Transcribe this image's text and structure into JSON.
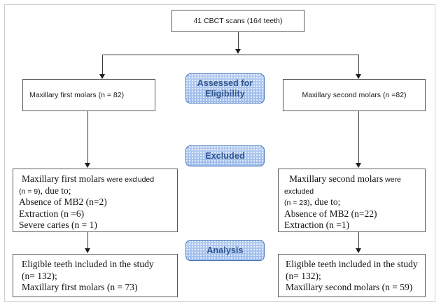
{
  "diagram": {
    "title": "CBCT scan teeth selection flow diagram",
    "accent_blue": "#a9c4ee",
    "accent_blue_text": "#31568f",
    "box_border": "#5a5a5a",
    "connector_color": "#3a3a3a",
    "top": {
      "label": "41 CBCT scans (164 teeth)"
    },
    "stages": [
      {
        "id": "assessed",
        "label": "Assessed for Eligibility"
      },
      {
        "id": "excluded",
        "label": "Excluded"
      },
      {
        "id": "analysis",
        "label": "Analysis"
      }
    ],
    "left": {
      "group": "Maxillary first molars (n = 82)",
      "excluded": {
        "line1_serif": "Maxillary first molars",
        "line1_sans": "were excluded",
        "line2_sans": "(n = 9)",
        "line2_serif": ", due to;",
        "line3": "Absence of MB2 (n=2)",
        "line4": "Extraction (n =6)",
        "line5": "Severe caries (n = 1)"
      },
      "included": {
        "line1": "Eligible teeth included in the study",
        "line2": "(n= 132);",
        "line3": "Maxillary first molars (n = 73)"
      }
    },
    "right": {
      "group": "Maxillary second molars (n =82)",
      "excluded": {
        "line1_serif": "Maxillary second molars",
        "line1_sans": "were",
        "line2_sans": "excluded",
        "line3_sans": "(n = 23)",
        "line3_serif": ", due to;",
        "line4": "Absence of MB2 (n=22)",
        "line5": "Extraction (n =1)"
      },
      "included": {
        "line1": "Eligible teeth included in the study",
        "line2": "(n= 132);",
        "line3": "Maxillary second molars (n = 59)"
      }
    }
  }
}
